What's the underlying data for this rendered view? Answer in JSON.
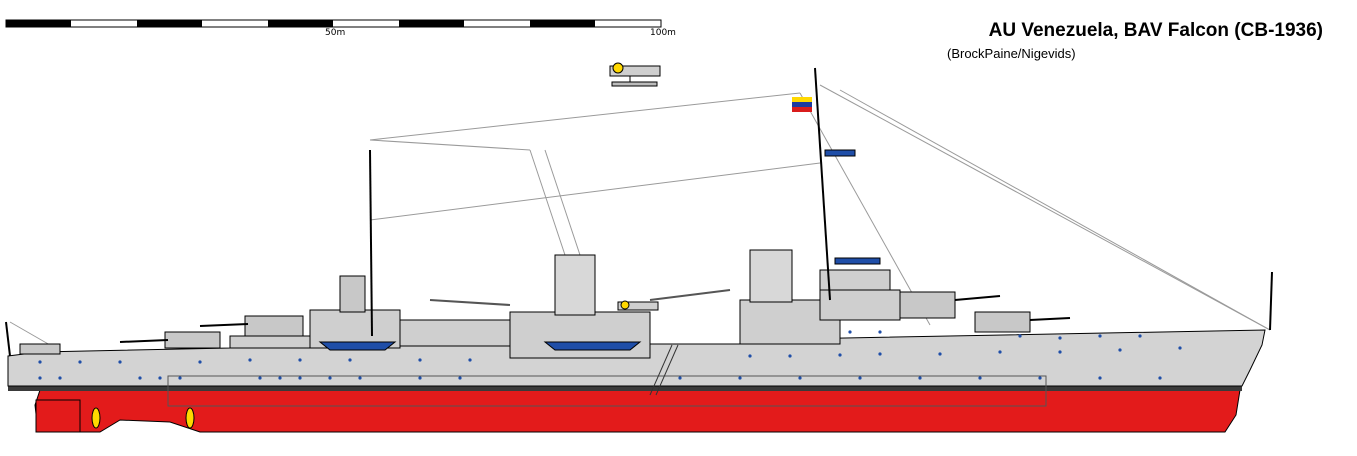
{
  "header": {
    "title": "AU Venezuela, BAV Falcon (CB-1936)",
    "credit": "(BrockPaine/Nigevids)"
  },
  "scale_bar": {
    "mid_label": "50m",
    "end_label": "100m"
  },
  "colors": {
    "hull_grey": "#d3d3d3",
    "waterline_red": "#e31b1b",
    "boot_top": "#3a3a3a",
    "porthole_blue": "#1f4ea8",
    "flag_yellow": "#ffd800",
    "flag_blue": "#1c3aa0",
    "flag_red": "#d91c1c"
  },
  "icons": {
    "flag": "venezuela-flag-icon",
    "aircraft": "seaplane-icon"
  }
}
